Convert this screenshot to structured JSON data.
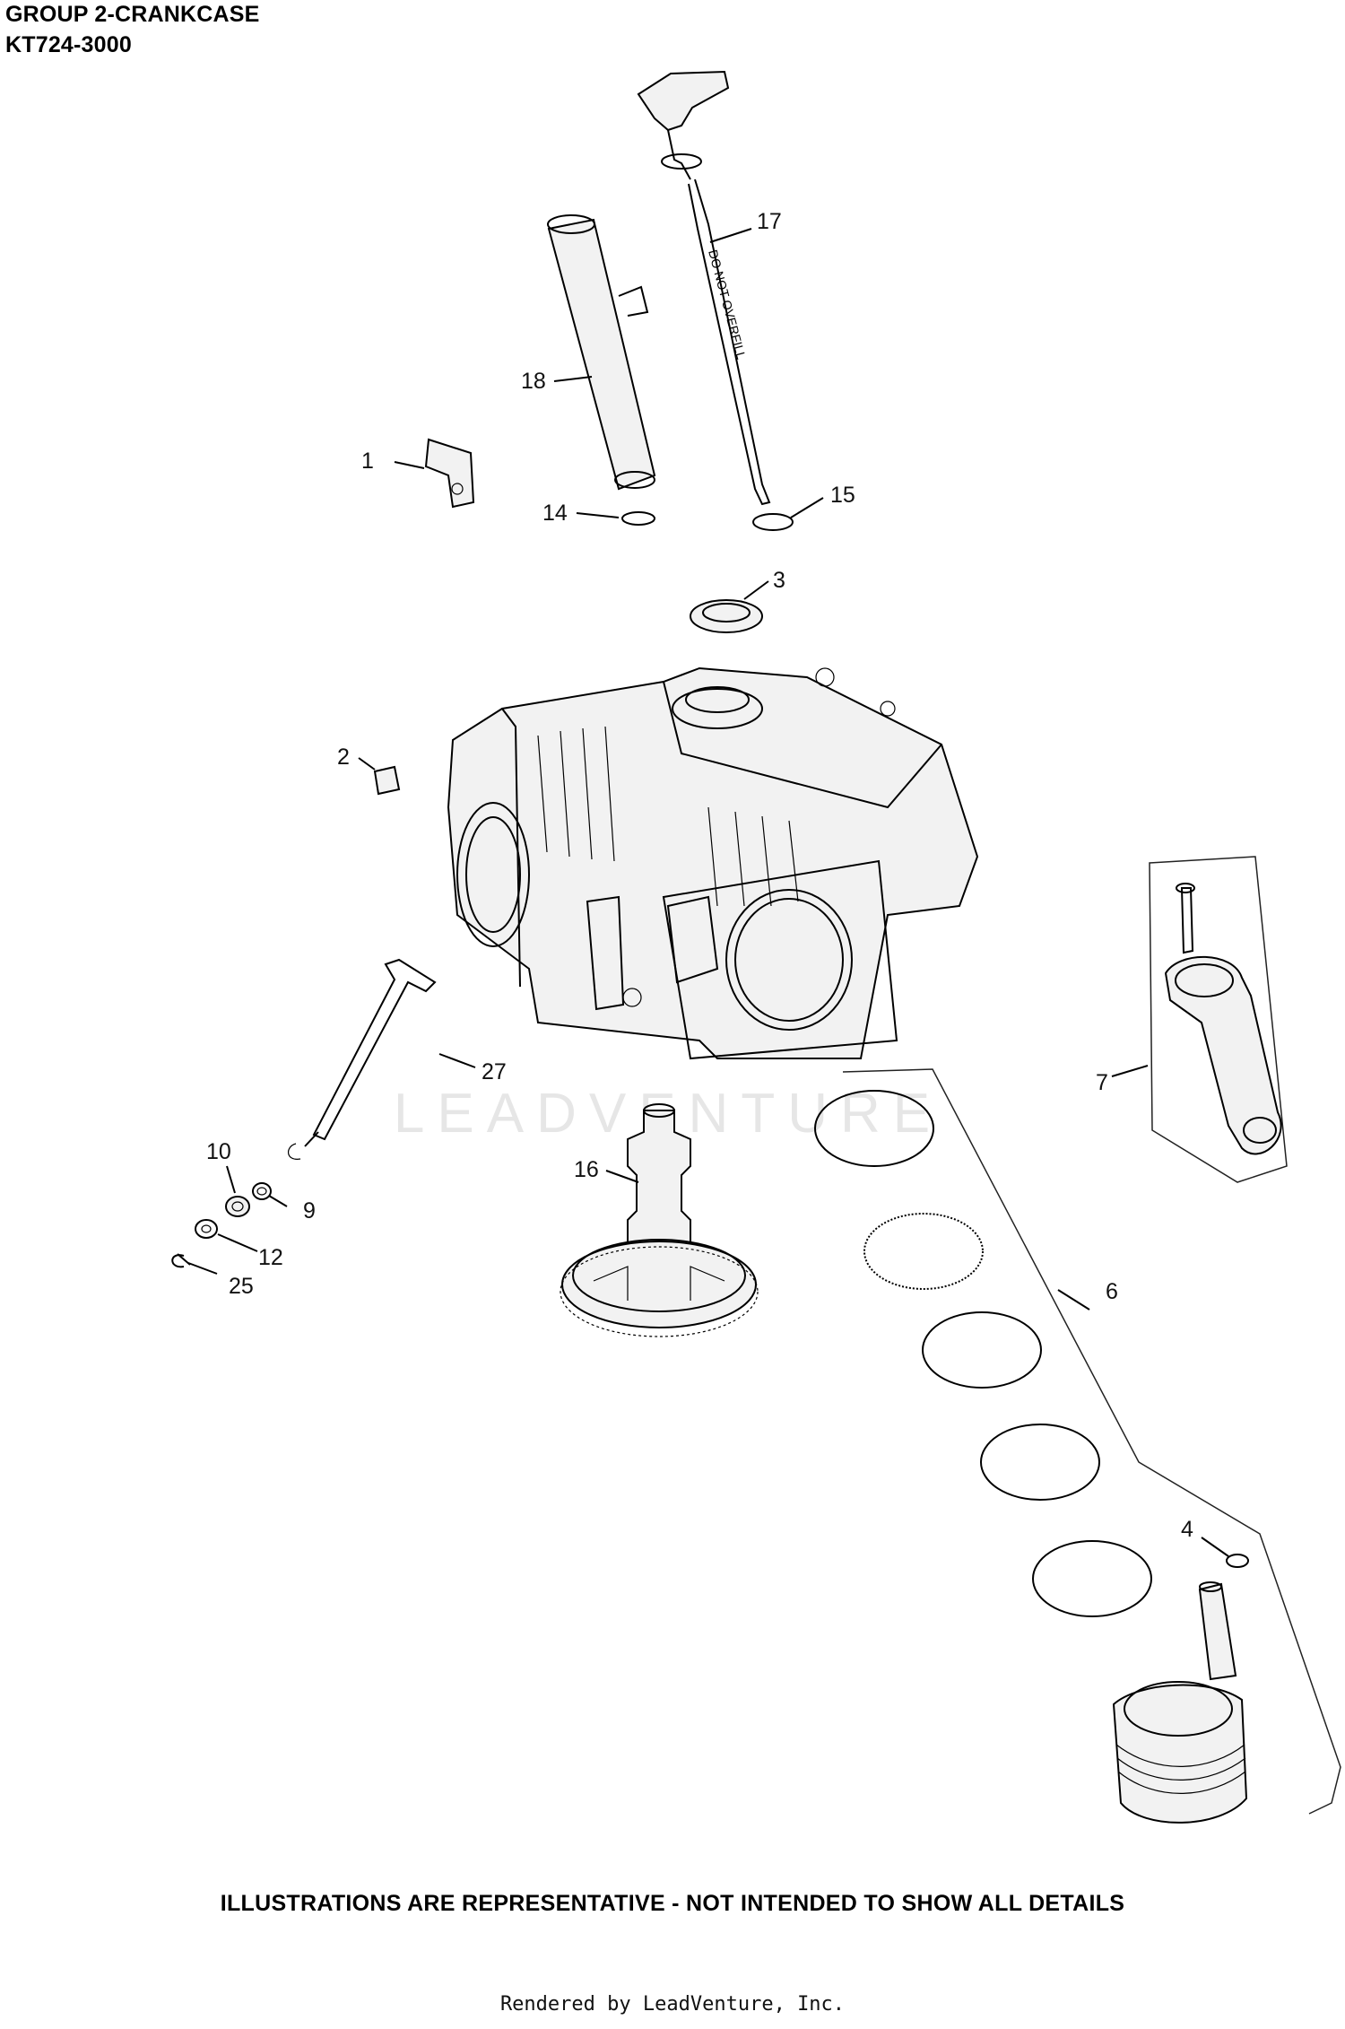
{
  "header": {
    "group": "GROUP 2-CRANKCASE",
    "model": "KT724-3000"
  },
  "callouts": [
    "1",
    "2",
    "3",
    "4",
    "6",
    "7",
    "9",
    "10",
    "12",
    "14",
    "15",
    "16",
    "17",
    "18",
    "25",
    "27"
  ],
  "dipstick_text": "DO NOT OVERFILL",
  "watermark": "LEADVENTURE",
  "footer": {
    "note": "ILLUSTRATIONS ARE REPRESENTATIVE - NOT INTENDED TO SHOW ALL DETAILS",
    "rendered_by": "Rendered by LeadVenture, Inc."
  }
}
